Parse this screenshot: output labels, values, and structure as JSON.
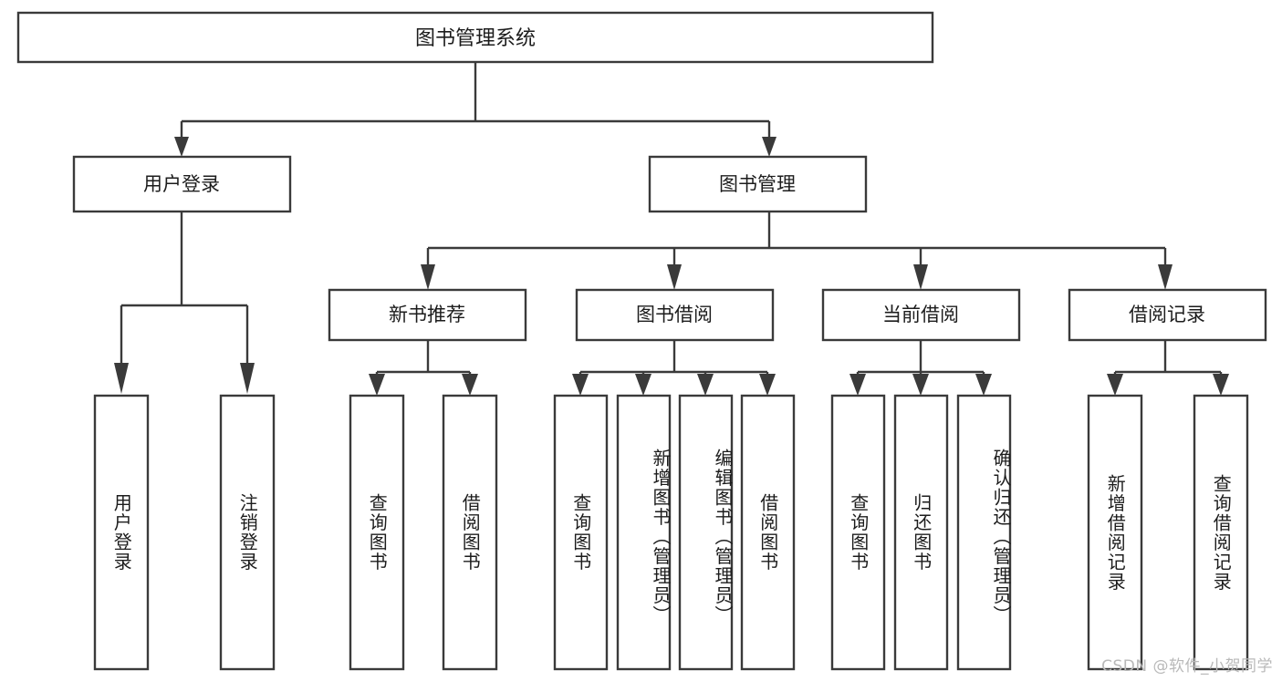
{
  "diagram": {
    "type": "tree-hierarchy",
    "title": "图书管理系统",
    "root": {
      "label": "图书管理系统",
      "orientation": "horizontal"
    },
    "level2": [
      {
        "label": "用户登录",
        "orientation": "horizontal"
      },
      {
        "label": "图书管理",
        "orientation": "horizontal"
      }
    ],
    "level3": [
      {
        "label": "新书推荐",
        "orientation": "horizontal"
      },
      {
        "label": "图书借阅",
        "orientation": "horizontal"
      },
      {
        "label": "当前借阅",
        "orientation": "horizontal"
      },
      {
        "label": "借阅记录",
        "orientation": "horizontal"
      }
    ],
    "leaves": {
      "user_login": [
        {
          "label": "用户登录",
          "orientation": "vertical"
        },
        {
          "label": "注销登录",
          "orientation": "vertical"
        }
      ],
      "new_book_recommend": [
        {
          "label": "查询图书",
          "orientation": "vertical"
        },
        {
          "label": "借阅图书",
          "orientation": "vertical"
        }
      ],
      "book_borrow": [
        {
          "label": "查询图书",
          "orientation": "vertical"
        },
        {
          "label": "新增图书（管理员）",
          "orientation": "vertical"
        },
        {
          "label": "编辑图书（管理员）",
          "orientation": "vertical"
        },
        {
          "label": "借阅图书",
          "orientation": "vertical"
        }
      ],
      "current_borrow": [
        {
          "label": "查询图书",
          "orientation": "vertical"
        },
        {
          "label": "归还图书",
          "orientation": "vertical"
        },
        {
          "label": "确认归还（管理员）",
          "orientation": "vertical"
        }
      ],
      "borrow_record": [
        {
          "label": "新增借阅记录",
          "orientation": "vertical"
        },
        {
          "label": "查询借阅记录",
          "orientation": "vertical"
        }
      ]
    },
    "watermark": "CSDN @软件_小贺同学",
    "colors": {
      "box_stroke": "#3a3a3a",
      "box_fill": "#ffffff",
      "connector": "#3a3a3a",
      "text": "#1c1c1c",
      "watermark": "#b9b9b9",
      "background": "#ffffff"
    }
  }
}
